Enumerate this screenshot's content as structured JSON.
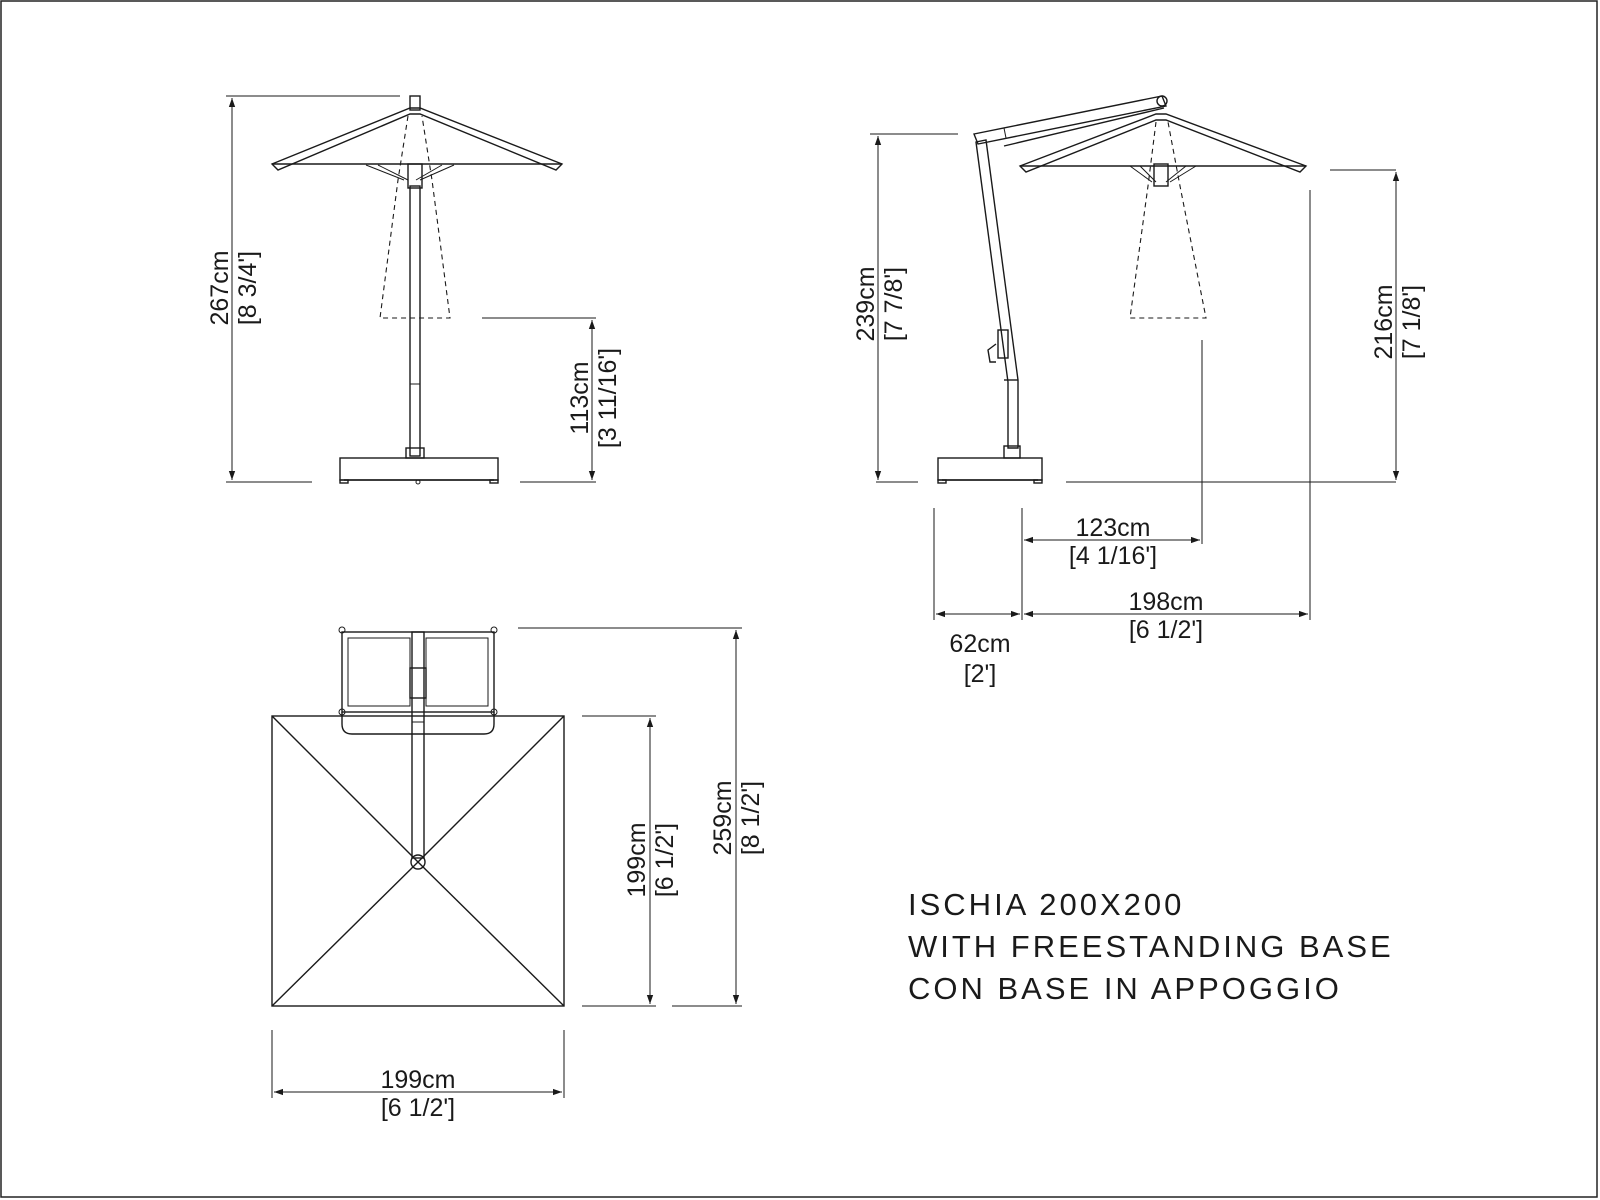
{
  "title": {
    "line1": "ISCHIA 200X200",
    "line2": "WITH FREESTANDING BASE",
    "line3": "CON BASE IN APPOGGIO"
  },
  "dimensions": {
    "front_height": {
      "cm": "267cm",
      "ft": "[8 3/4']"
    },
    "front_clearance": {
      "cm": "113cm",
      "ft": "[3 11/16']"
    },
    "side_height": {
      "cm": "239cm",
      "ft": "[7 7/8']"
    },
    "side_canopy_height": {
      "cm": "216cm",
      "ft": "[7 1/8']"
    },
    "side_offset": {
      "cm": "123cm",
      "ft": "[4 1/16']"
    },
    "side_reach": {
      "cm": "198cm",
      "ft": "[6 1/2']"
    },
    "side_base_width": {
      "cm": "62cm",
      "ft": "[2']"
    },
    "plan_canopy_depth": {
      "cm": "199cm",
      "ft": "[6 1/2']"
    },
    "plan_total_depth": {
      "cm": "259cm",
      "ft": "[8 1/2']"
    },
    "plan_canopy_width": {
      "cm": "199cm",
      "ft": "[6 1/2']"
    }
  }
}
